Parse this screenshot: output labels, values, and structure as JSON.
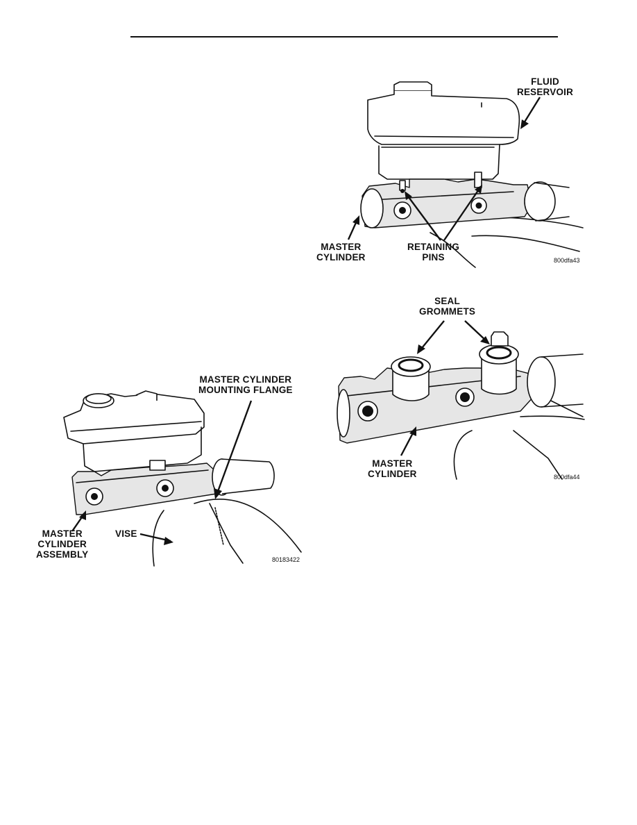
{
  "figures": {
    "reservoir": {
      "labels": {
        "fluid_reservoir": "FLUID\nRESERVOIR",
        "master_cylinder": "MASTER\nCYLINDER",
        "retaining_pins": "RETAINING\nPINS"
      },
      "code": "800dfa43"
    },
    "grommets": {
      "labels": {
        "seal_grommets": "SEAL\nGROMMETS",
        "master_cylinder": "MASTER\nCYLINDER"
      },
      "code": "800dfa44"
    },
    "vise": {
      "labels": {
        "mounting_flange": "MASTER CYLINDER\nMOUNTING FLANGE",
        "assembly": "MASTER\nCYLINDER\nASSEMBLY",
        "vise": "VISE"
      },
      "code": "80183422"
    }
  }
}
